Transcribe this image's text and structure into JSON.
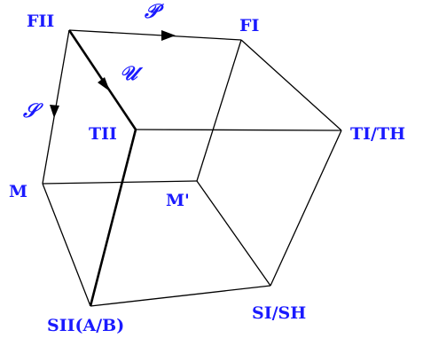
{
  "nodes": {
    "fii": "FII",
    "fi": "FI",
    "tii": "TII",
    "ti_th": "TI/TH",
    "m": "M",
    "m_prime": "M'",
    "sii": "SII(A/B)",
    "si_sh": "SI/SH"
  },
  "arrows": {
    "p": "𝒫",
    "u": "𝒰",
    "s": "𝒮"
  },
  "colors": {
    "label": "#1a1aff",
    "edge": "#000000"
  }
}
